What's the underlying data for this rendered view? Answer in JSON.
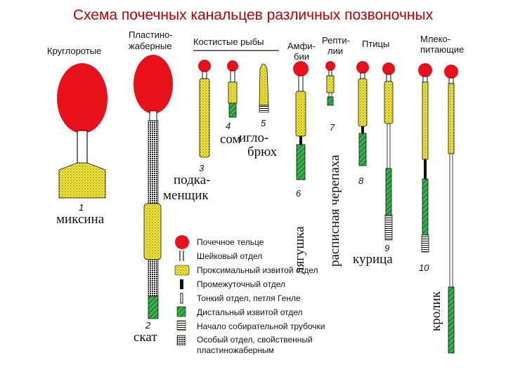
{
  "title": "Схема почечных канальцев различных позвоночных",
  "headers": {
    "cyclostomes": "Круглоротые",
    "elasmo_1": "Пластино-",
    "elasmo_2": "жаберные",
    "teleost": "Костистые рыбы",
    "amphib_1": "Амфи-",
    "amphib_2": "бии",
    "reptile_1": "Репти-",
    "reptile_2": "лии",
    "birds": "Птицы",
    "mammal_1": "Млеко-",
    "mammal_2": "питающие"
  },
  "numbers": [
    "1",
    "2",
    "3",
    "4",
    "5",
    "6",
    "7",
    "8",
    "9",
    "10"
  ],
  "species": {
    "myxine": "миксина",
    "skate": "скат",
    "sculpin_1": "подка-",
    "sculpin_2": "менщик",
    "catfish": "сом",
    "puffer_1": "игло-",
    "puffer_2": "брюх",
    "frog": "лягушка",
    "turtle": "расписная черепаха",
    "chicken": "курица",
    "rabbit": "кролик"
  },
  "legend": [
    "Почечное тельце",
    "Шейковый отдел",
    "Проксимальный извитой отдел",
    "Промежуточный отдел",
    "Тонкий отдел, петля Генле",
    "Дистальный извитой отдел",
    "Начало собирательной трубочки",
    "Особый отдел, свойственный",
    "пластиножаберным"
  ],
  "colors": {
    "title": "#c00000",
    "corpuscle": "#e8101a",
    "proximal": "#f2e83a",
    "distal": "#34b24a",
    "line": "#111111"
  }
}
